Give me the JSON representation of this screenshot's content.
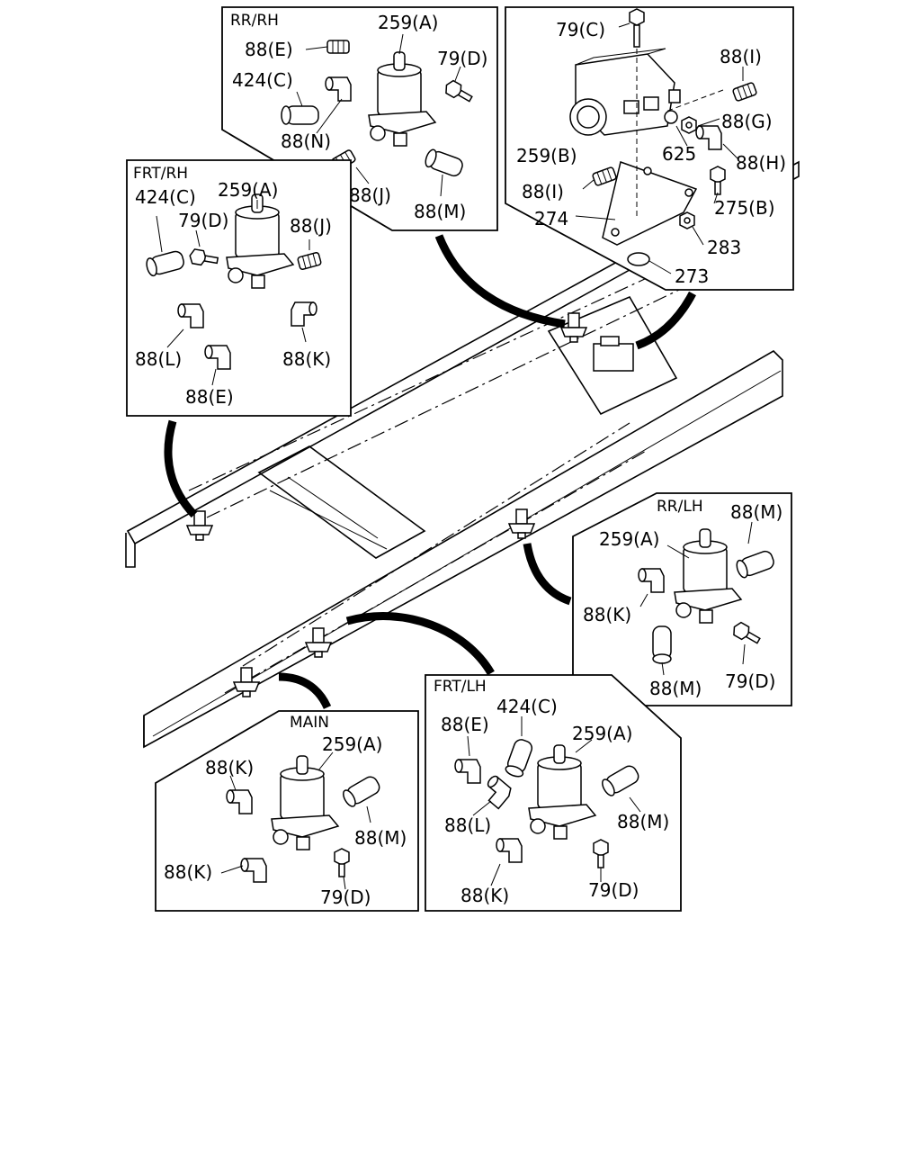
{
  "panels": {
    "rr_rh": {
      "title": "RR/RH",
      "labels": [
        "259(A)",
        "88(E)",
        "424(C)",
        "79(D)",
        "88(N)",
        "88(J)",
        "88(M)"
      ]
    },
    "block": {
      "labels": [
        "79(C)",
        "88(I)",
        "88(G)",
        "259(B)",
        "625",
        "88(H)",
        "88(I)",
        "275(B)",
        "274",
        "283",
        "273"
      ]
    },
    "frt_rh": {
      "title": "FRT/RH",
      "labels": [
        "424(C)",
        "259(A)",
        "79(D)",
        "88(J)",
        "88(L)",
        "88(K)",
        "88(E)"
      ]
    },
    "rr_lh": {
      "title": "RR/LH",
      "labels": [
        "88(M)",
        "259(A)",
        "88(K)",
        "88(M)",
        "79(D)"
      ]
    },
    "main": {
      "title": "MAIN",
      "labels": [
        "88(K)",
        "259(A)",
        "88(M)",
        "88(K)",
        "79(D)"
      ]
    },
    "frt_lh": {
      "title": "FRT/LH",
      "labels": [
        "424(C)",
        "88(E)",
        "259(A)",
        "88(L)",
        "88(M)",
        "88(K)",
        "79(D)"
      ]
    }
  }
}
